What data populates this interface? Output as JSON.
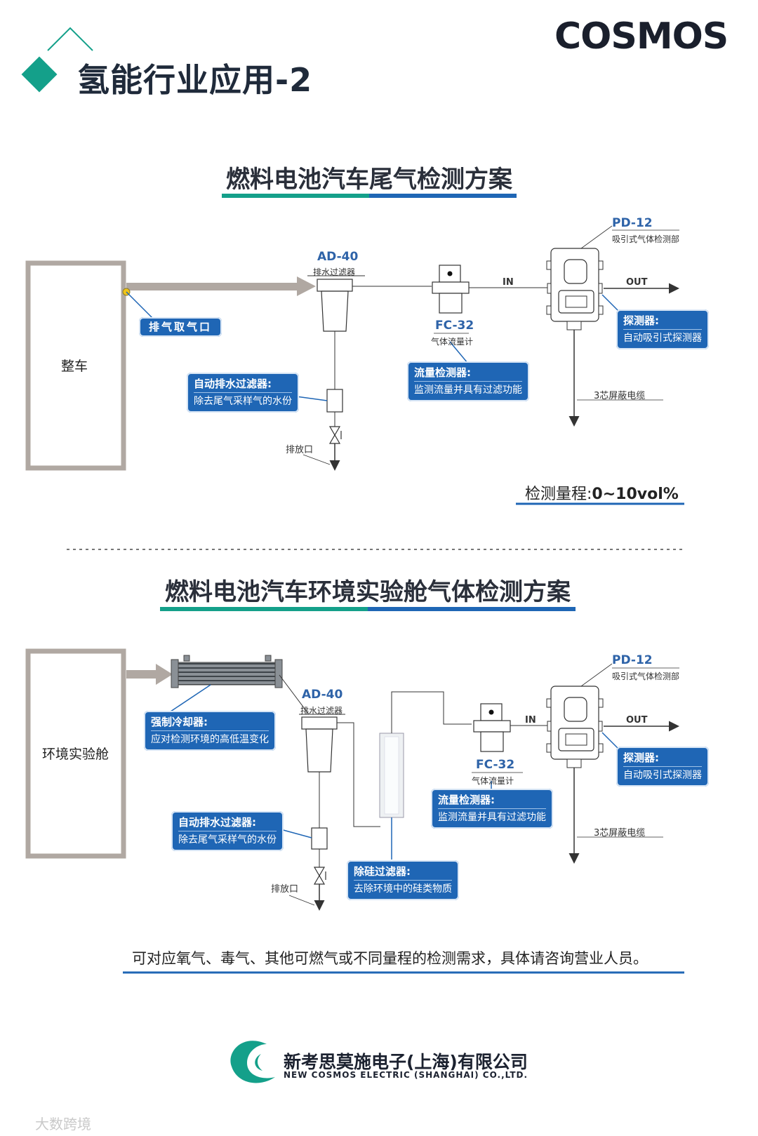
{
  "header": {
    "title": "氢能行业应用-2",
    "brand": "COSMOS",
    "accent_green": "#14a08a",
    "accent_blue": "#1f66b5"
  },
  "section1": {
    "title": "燃料电池汽车尾气检测方案",
    "vehicle_label": "整车",
    "intake_tag": "排气取气口",
    "ad40_model": "AD-40",
    "ad40_sub": "排水过滤器",
    "fc32_model": "FC-32",
    "fc32_sub": "气体流量计",
    "pd12_model": "PD-12",
    "pd12_sub": "吸引式气体检测部",
    "in_label": "IN",
    "out_label": "OUT",
    "cable_label": "3芯屏蔽电缆",
    "drain_label": "排放口",
    "filter_tag": {
      "title": "自动排水过滤器:",
      "desc": "除去尾气采样气的水份"
    },
    "flow_tag": {
      "title": "流量检测器:",
      "desc": "监测流量并具有过滤功能"
    },
    "detector_tag": {
      "title": "探测器:",
      "desc": "自动吸引式探测器"
    },
    "range_label": "检测量程:",
    "range_value": "0~10vol%"
  },
  "section2": {
    "title": "燃料电池汽车环境实验舱气体检测方案",
    "chamber_label": "环境实验舱",
    "ad40_model": "AD-40",
    "ad40_sub": "排水过滤器",
    "fc32_model": "FC-32",
    "fc32_sub": "气体流量计",
    "pd12_model": "PD-12",
    "pd12_sub": "吸引式气体检测部",
    "in_label": "IN",
    "out_label": "OUT",
    "cable_label": "3芯屏蔽电缆",
    "drain_label": "排放口",
    "cooler_tag": {
      "title": "强制冷却器:",
      "desc": "应对检测环境的高低温变化"
    },
    "filter_tag": {
      "title": "自动排水过滤器:",
      "desc": "除去尾气采样气的水份"
    },
    "flow_tag": {
      "title": "流量检测器:",
      "desc": "监测流量并具有过滤功能"
    },
    "detector_tag": {
      "title": "探测器:",
      "desc": "自动吸引式探测器"
    },
    "silicon_tag": {
      "title": "除硅过滤器:",
      "desc": "去除环境中的硅类物质"
    }
  },
  "footer": {
    "note": "可对应氧气、毒气、其他可燃气或不同量程的检测需求，具体请咨询营业人员。",
    "company_cn": "新考思莫施电子(上海)有限公司",
    "company_en": "NEW COSMOS ELECTRIC (SHANGHAI) CO.,LTD.",
    "watermark": "大数跨境"
  }
}
